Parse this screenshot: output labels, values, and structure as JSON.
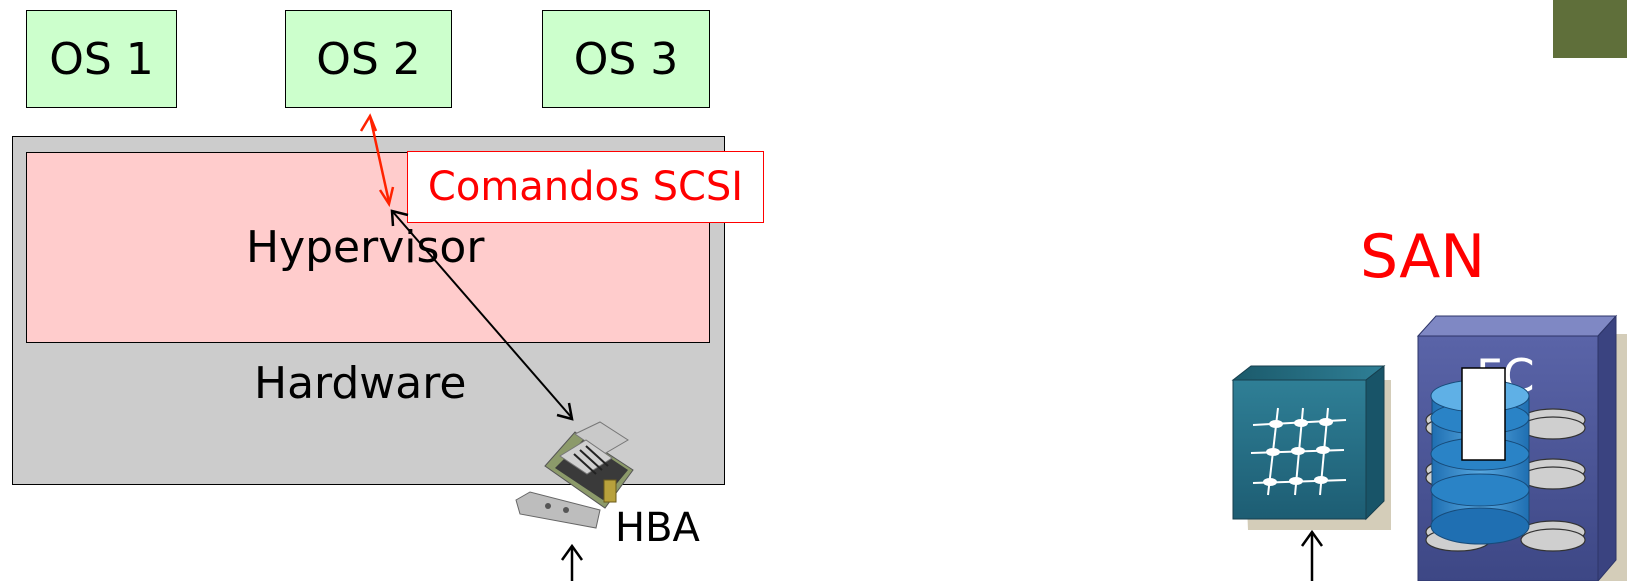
{
  "diagram": {
    "os_boxes": [
      {
        "label": "OS 1"
      },
      {
        "label": "OS 2"
      },
      {
        "label": "OS 3"
      }
    ],
    "hypervisor_label": "Hypervisor",
    "hardware_label": "Hardware",
    "scsi_label": "Comandos SCSI",
    "hba_label": "HBA",
    "san_label": "SAN",
    "switch_icon": "fc-switch-icon",
    "storage_icon": "fc-storage-array-icon",
    "hba_icon": "hba-card-icon"
  },
  "colors": {
    "os_fill": "#ccffcc",
    "hypervisor_fill": "#ffcccc",
    "hardware_fill": "#cccccc",
    "accent_red": "#ff0000",
    "corner_block": "#5f6f3a"
  }
}
